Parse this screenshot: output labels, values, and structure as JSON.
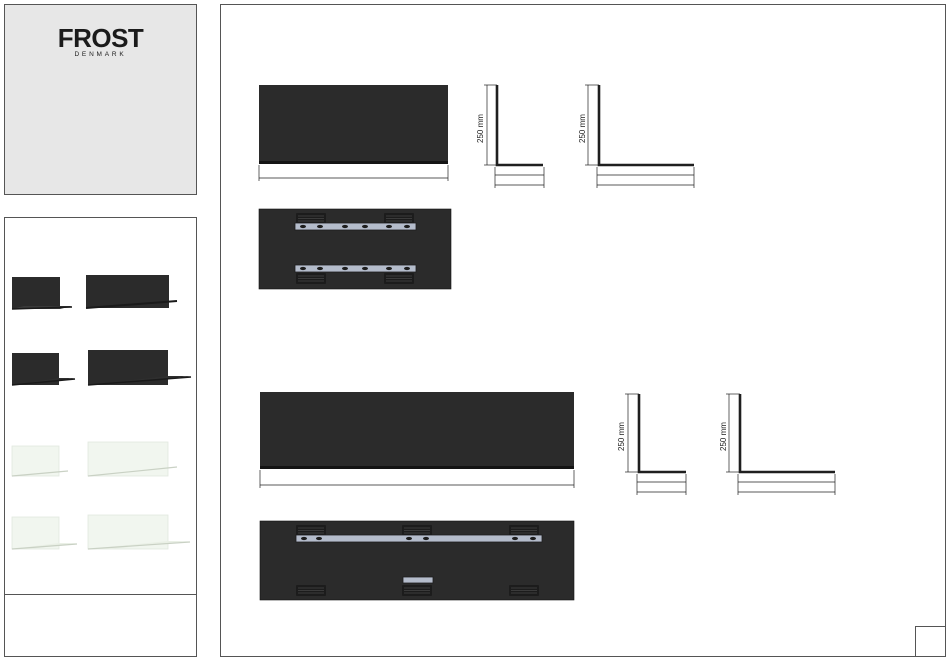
{
  "brand": {
    "name": "FROST",
    "subtitle": "DENMARK"
  },
  "dimensions": {
    "shelf_small_height": "250 mm",
    "shelf_small_height_deep": "250 mm",
    "shelf_large_height": "250 mm",
    "shelf_large_height_deep": "250 mm"
  },
  "colors": {
    "shelf_black": "#2b2b2b",
    "shelf_white": "#f1f6ef",
    "rail_blue": "#b4bccb",
    "panel_bg": "#e7e7e7"
  },
  "variants": [
    {
      "color": "black",
      "size": "short"
    },
    {
      "color": "black",
      "size": "long"
    },
    {
      "color": "black",
      "size": "short-deep"
    },
    {
      "color": "black",
      "size": "long-deep"
    },
    {
      "color": "white",
      "size": "short"
    },
    {
      "color": "white",
      "size": "long"
    },
    {
      "color": "white",
      "size": "short-deep"
    },
    {
      "color": "white",
      "size": "long-deep"
    }
  ]
}
